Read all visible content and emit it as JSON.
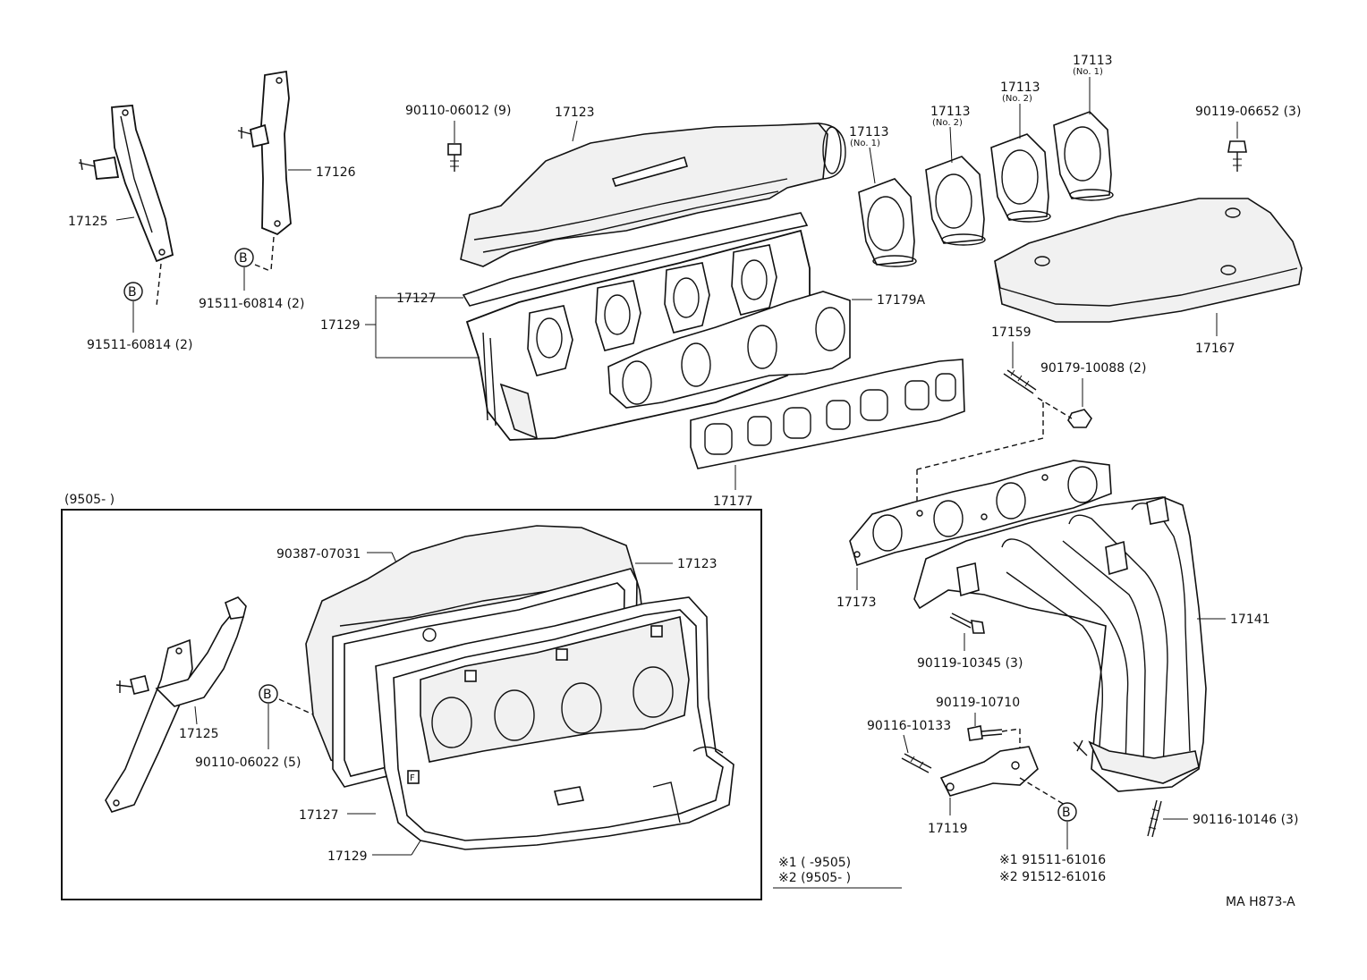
{
  "labels": {
    "p17125_top": "17125",
    "p17126": "17126",
    "p91511_left": "91511-60814 (2)",
    "p91511_mid": "91511-60814 (2)",
    "p90110_06012": "90110-06012 (9)",
    "p17123_top": "17123",
    "p17127_top": "17127",
    "p17129_top": "17129",
    "p17179A": "17179A",
    "p17177": "17177",
    "p17113_a": "17113",
    "p17113_a_sub": "(No. 1)",
    "p17113_b": "17113",
    "p17113_b_sub": "(No. 2)",
    "p17113_c": "17113",
    "p17113_c_sub": "(No. 2)",
    "p17113_d": "17113",
    "p17113_d_sub": "(No. 1)",
    "p90119_06652": "90119-06652 (3)",
    "p17167": "17167",
    "p17159": "17159",
    "p90179_10088": "90179-10088 (2)",
    "p17173": "17173",
    "p17141": "17141",
    "p90119_10345": "90119-10345 (3)",
    "p90119_10710": "90119-10710",
    "p90116_10133": "90116-10133",
    "p17119": "17119",
    "p90116_10146": "90116-10146 (3)",
    "note1_part": "※1 91511-61016",
    "note2_part": "※2 91512-61016",
    "inset_title": "(9505-        )",
    "p90387_07031": "90387-07031",
    "p17123_inset": "17123",
    "p17125_inset": "17125",
    "p90110_06022": "90110-06022 (5)",
    "p17127_inset": "17127",
    "p17129_inset": "17129",
    "legend1": "※1 (      -9505)",
    "legend2": "※2 (9505-        )",
    "ref_code": "MA H873-A",
    "marker": "B",
    "marker_f": "F"
  }
}
